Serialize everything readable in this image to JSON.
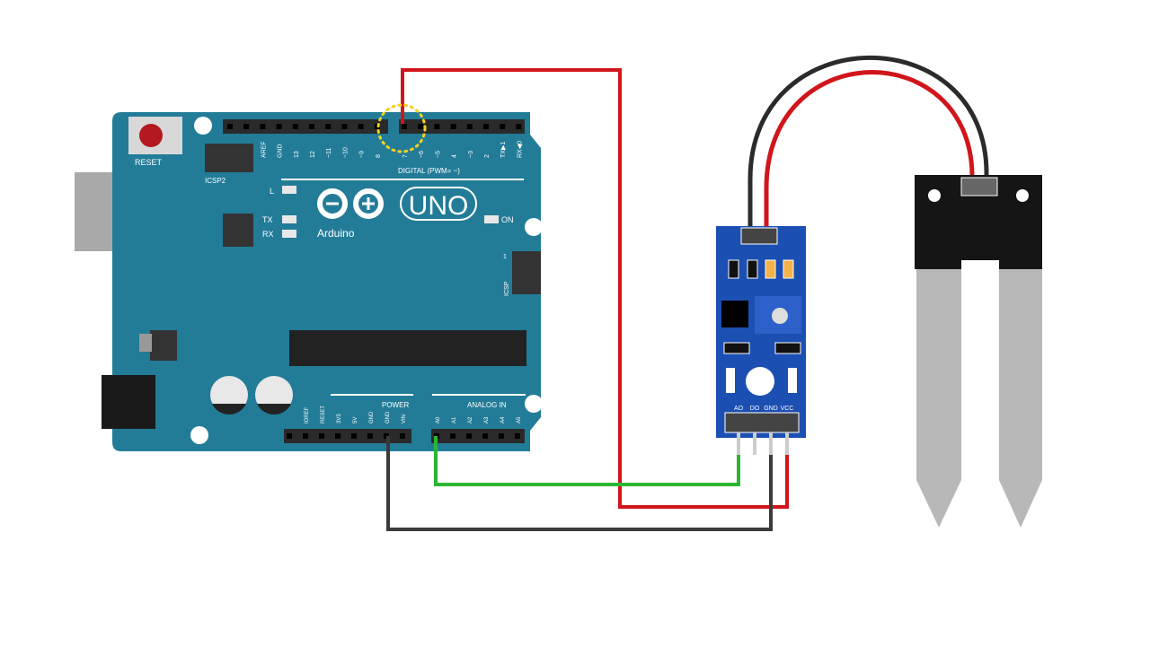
{
  "board": {
    "reset_label": "RESET",
    "icsp2_label": "ICSP2",
    "icsp_label": "ICSP",
    "icsp_pin1": "1",
    "led_l": "L",
    "led_tx": "TX",
    "led_rx": "RX",
    "led_on": "ON",
    "logo_text": "Arduino",
    "model": "UNO",
    "digital_label": "DIGITAL (PWM= ~)",
    "digital_pins": [
      "AREF",
      "GND",
      "13",
      "12",
      "~11",
      "~10",
      "~9",
      "8",
      "7",
      "~6",
      "~5",
      "4",
      "~3",
      "2",
      "TX▶1",
      "RX◀0"
    ],
    "power_label": "POWER",
    "power_pins": [
      "IOREF",
      "RESET",
      "3V3",
      "5V",
      "GND",
      "GND",
      "VIN"
    ],
    "analog_label": "ANALOG IN",
    "analog_pins": [
      "A0",
      "A1",
      "A2",
      "A3",
      "A4",
      "A5"
    ]
  },
  "module": {
    "pins": [
      "AO",
      "DO",
      "GND",
      "VCC"
    ]
  },
  "wires": {
    "colors": {
      "red": "#d0161c",
      "green": "#2bb534",
      "black": "#3a3a3a",
      "highlight": "#f4d21c"
    }
  }
}
